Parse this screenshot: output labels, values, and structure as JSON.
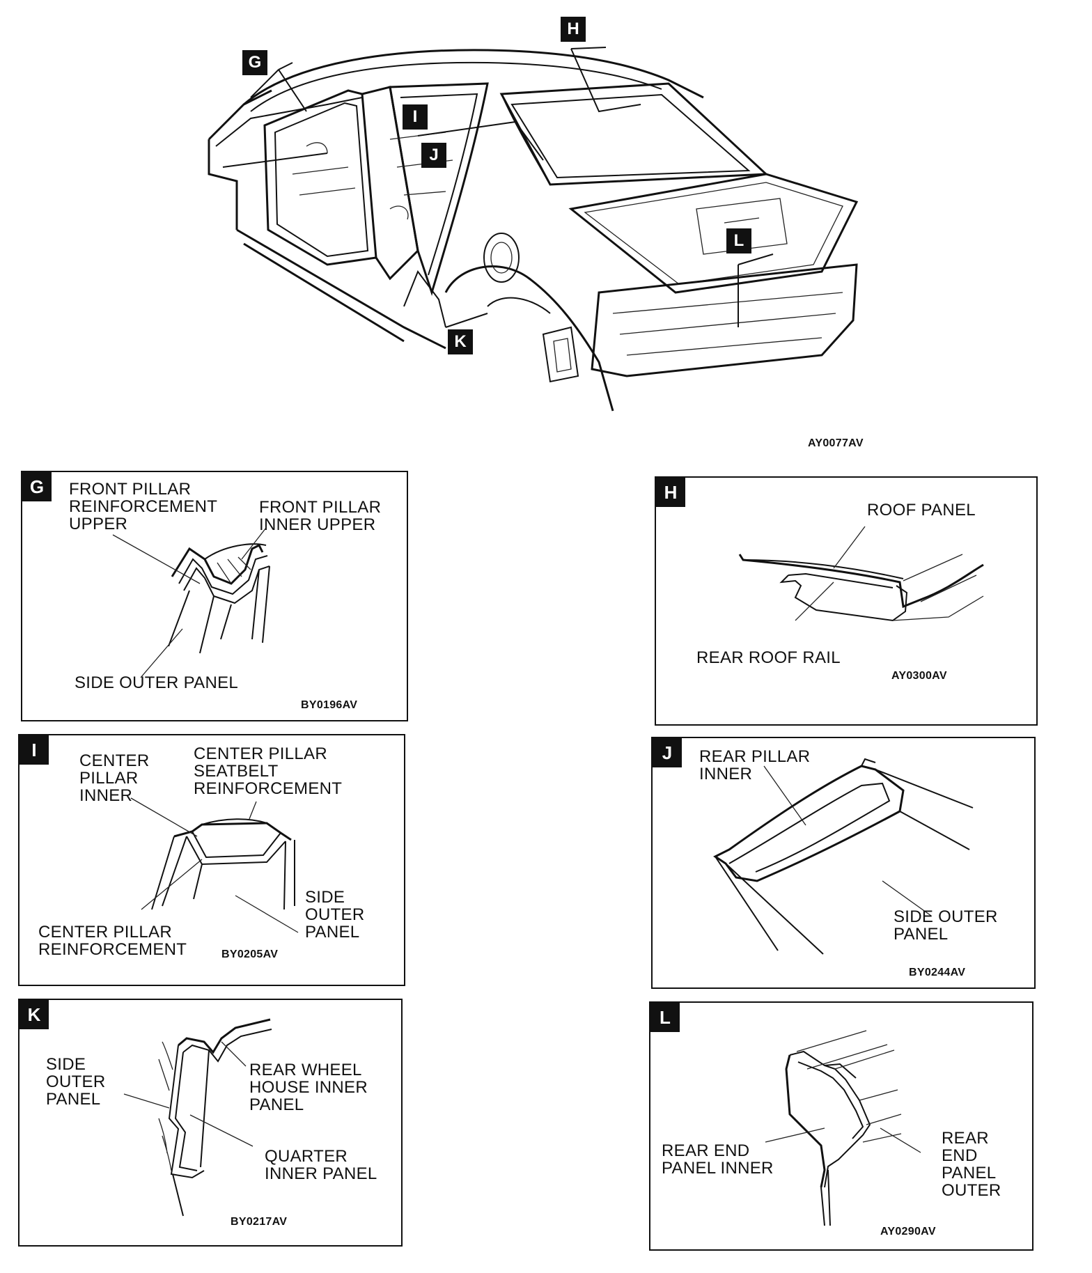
{
  "overview": {
    "code": "AY0077AV",
    "callouts": [
      "G",
      "H",
      "I",
      "J",
      "K",
      "L"
    ]
  },
  "panels": {
    "G": {
      "tag": "G",
      "labels": [
        "FRONT PILLAR\nREINFORCEMENT\nUPPER",
        "FRONT PILLAR\nINNER UPPER",
        "SIDE OUTER PANEL"
      ],
      "code": "BY0196AV"
    },
    "H": {
      "tag": "H",
      "labels": [
        "ROOF PANEL",
        "REAR ROOF RAIL"
      ],
      "code": "AY0300AV"
    },
    "I": {
      "tag": "I",
      "labels": [
        "CENTER\nPILLAR\nINNER",
        "CENTER PILLAR\nSEATBELT\nREINFORCEMENT",
        "SIDE\nOUTER\nPANEL",
        "CENTER PILLAR\nREINFORCEMENT"
      ],
      "code": "BY0205AV"
    },
    "J": {
      "tag": "J",
      "labels": [
        "REAR PILLAR\nINNER",
        "SIDE OUTER\nPANEL"
      ],
      "code": "BY0244AV"
    },
    "K": {
      "tag": "K",
      "labels": [
        "SIDE\nOUTER\nPANEL",
        "REAR WHEEL\nHOUSE INNER\nPANEL",
        "QUARTER\nINNER PANEL"
      ],
      "code": "BY0217AV"
    },
    "L": {
      "tag": "L",
      "labels": [
        "REAR END\nPANEL INNER",
        "REAR\nEND\nPANEL\nOUTER"
      ],
      "code": "AY0290AV"
    }
  }
}
